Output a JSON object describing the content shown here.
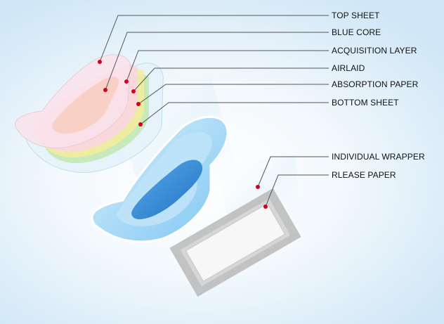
{
  "diagram": {
    "colors": {
      "leader_line": "#555555",
      "callout_dot": "#d4001e",
      "background_edge": "#cfe6f6",
      "wrapper": "#b9b9b9",
      "release_paper": "#f7f7f7",
      "pad_blue": "#8fd0f5",
      "core_blue": "#2b86d6",
      "top_sheet_pink": "#f6c9d8",
      "acquisition_yellow": "#f3ec9c",
      "airlaid_green": "#bfe8b0"
    },
    "labels": [
      {
        "id": "top-sheet",
        "text": "TOP SHEET"
      },
      {
        "id": "blue-core",
        "text": "BLUE CORE"
      },
      {
        "id": "acquisition-layer",
        "text": "ACQUISITION LAYER"
      },
      {
        "id": "airlaid",
        "text": "AIRLAID"
      },
      {
        "id": "absorption-paper",
        "text": "ABSORPTION PAPER"
      },
      {
        "id": "bottom-sheet",
        "text": "BOTTOM SHEET"
      },
      {
        "id": "individual-wrapper",
        "text": "INDIVIDUAL WRAPPER"
      },
      {
        "id": "release-paper",
        "text": "RLEASE PAPER"
      }
    ]
  }
}
